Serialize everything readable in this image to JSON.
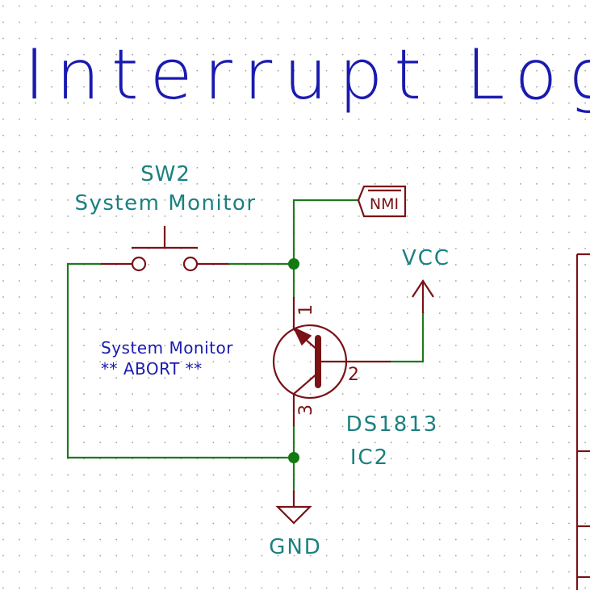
{
  "sheet": {
    "title": "Interrupt Logic"
  },
  "switch": {
    "reference": "SW2",
    "value": "System Monitor"
  },
  "note": {
    "line1": "System Monitor",
    "line2": "** ABORT **"
  },
  "ic": {
    "part": "DS1813",
    "reference": "IC2",
    "pins": [
      "1",
      "2",
      "3"
    ]
  },
  "labels": {
    "nmi": "NMI",
    "vcc": "VCC",
    "gnd": "GND"
  },
  "colors": {
    "wire": "#1e7a1e",
    "symbol": "#7a1216",
    "title_text": "#1a1ab0",
    "reference_text": "#1b8080",
    "junction": "#127a12"
  }
}
